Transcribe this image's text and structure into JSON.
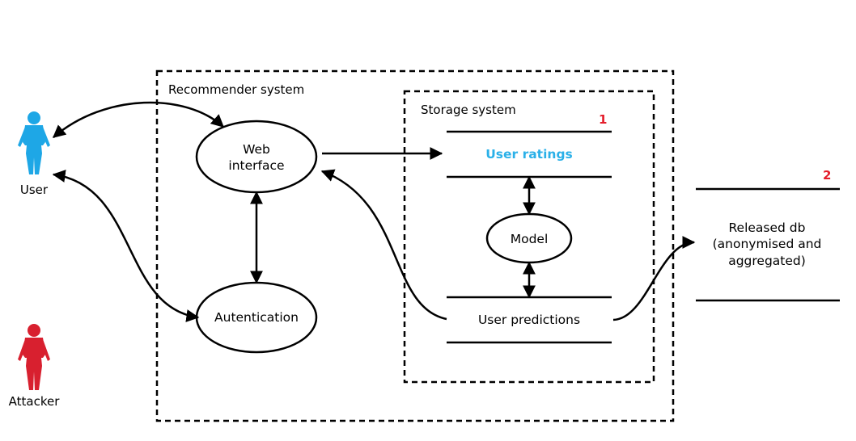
{
  "colors": {
    "user": "#1ea7e6",
    "attacker": "#d8202f",
    "highlight_text": "#2ab0e8",
    "marker_red": "#e41d2b",
    "line": "#000000"
  },
  "actors": {
    "user": {
      "label": "User",
      "icon": "person-icon"
    },
    "attacker": {
      "label": "Attacker",
      "icon": "person-icon"
    }
  },
  "recommender_system": {
    "title": "Recommender system",
    "web_interface": {
      "line1": "Web",
      "line2": "interface"
    },
    "authentication": "Autentication"
  },
  "storage_system": {
    "title": "Storage system",
    "marker": "1",
    "user_ratings": "User ratings",
    "model": "Model",
    "user_predictions": "User predictions"
  },
  "released_db": {
    "marker": "2",
    "line1": "Released db",
    "line2": "(anonymised and",
    "line3": "aggregated)"
  }
}
